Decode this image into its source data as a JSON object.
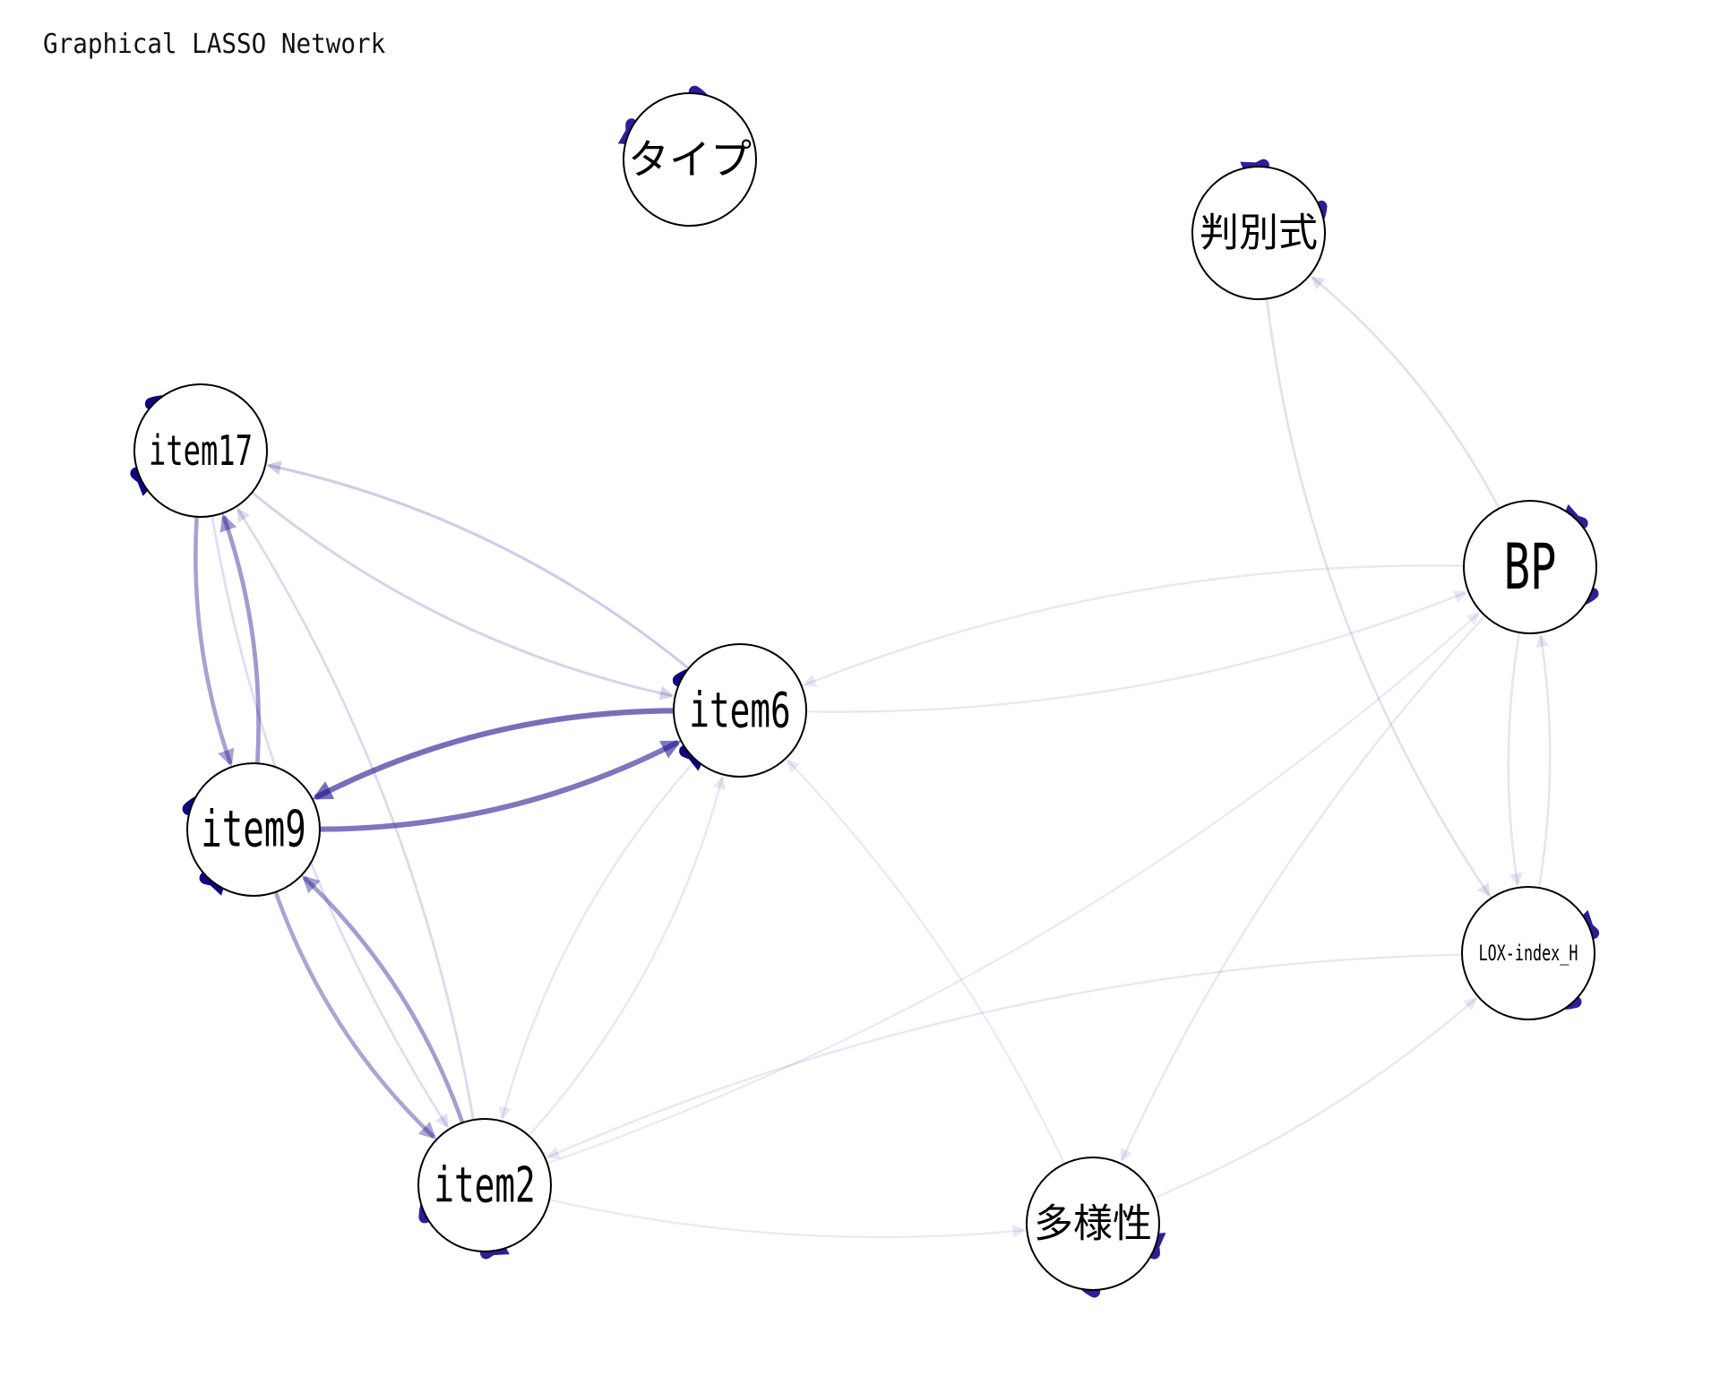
{
  "title": "Graphical LASSO Network",
  "colors": {
    "edge": "#1a0f8c",
    "node_stroke": "#000000",
    "node_fill": "#ffffff"
  },
  "nodes": [
    {
      "id": "taipu",
      "label": "タイプ",
      "self_weight": 0.85
    },
    {
      "id": "hanbetsu",
      "label": "判別式",
      "self_weight": 0.85
    },
    {
      "id": "item17",
      "label": "item17",
      "self_weight": 1.0
    },
    {
      "id": "bp",
      "label": "BP",
      "self_weight": 0.85
    },
    {
      "id": "item6",
      "label": "item6",
      "self_weight": 1.0
    },
    {
      "id": "item9",
      "label": "item9",
      "self_weight": 1.0
    },
    {
      "id": "lox",
      "label": "LOX-index_H",
      "self_weight": 0.85
    },
    {
      "id": "item2",
      "label": "item2",
      "self_weight": 0.85
    },
    {
      "id": "tayousei",
      "label": "多様性",
      "self_weight": 0.85
    }
  ],
  "edges": [
    {
      "from": "item6",
      "to": "item9",
      "weight": 0.42
    },
    {
      "from": "item9",
      "to": "item6",
      "weight": 0.4
    },
    {
      "from": "item9",
      "to": "item17",
      "weight": 0.28
    },
    {
      "from": "item17",
      "to": "item9",
      "weight": 0.26
    },
    {
      "from": "item2",
      "to": "item9",
      "weight": 0.27
    },
    {
      "from": "item9",
      "to": "item2",
      "weight": 0.25
    },
    {
      "from": "item6",
      "to": "item17",
      "weight": 0.12
    },
    {
      "from": "item17",
      "to": "item6",
      "weight": 0.1
    },
    {
      "from": "item2",
      "to": "item17",
      "weight": 0.08
    },
    {
      "from": "item17",
      "to": "item2",
      "weight": 0.07
    },
    {
      "from": "item2",
      "to": "item6",
      "weight": 0.04
    },
    {
      "from": "item6",
      "to": "item2",
      "weight": 0.04
    },
    {
      "from": "bp",
      "to": "item6",
      "weight": 0.04
    },
    {
      "from": "item6",
      "to": "bp",
      "weight": 0.04
    },
    {
      "from": "bp",
      "to": "hanbetsu",
      "weight": 0.06
    },
    {
      "from": "hanbetsu",
      "to": "lox",
      "weight": 0.06
    },
    {
      "from": "bp",
      "to": "lox",
      "weight": 0.05
    },
    {
      "from": "lox",
      "to": "bp",
      "weight": 0.05
    },
    {
      "from": "bp",
      "to": "tayousei",
      "weight": 0.04
    },
    {
      "from": "tayousei",
      "to": "lox",
      "weight": 0.04
    },
    {
      "from": "lox",
      "to": "item2",
      "weight": 0.04
    },
    {
      "from": "tayousei",
      "to": "item6",
      "weight": 0.03
    },
    {
      "from": "item2",
      "to": "bp",
      "weight": 0.03
    },
    {
      "from": "item2",
      "to": "tayousei",
      "weight": 0.03
    }
  ]
}
